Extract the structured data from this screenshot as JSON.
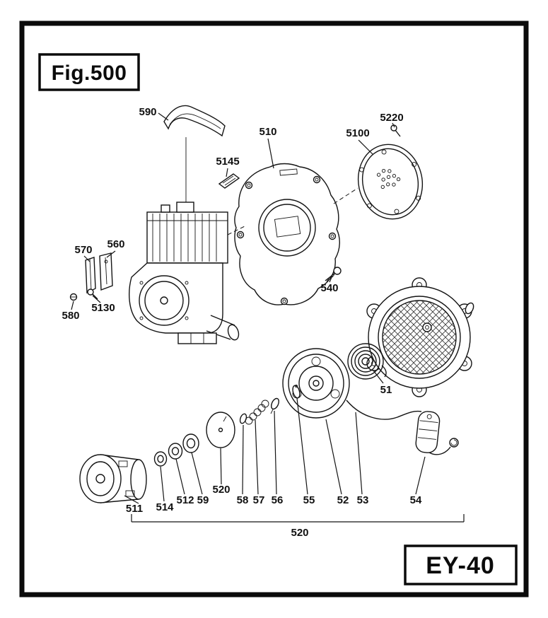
{
  "figure": {
    "title": "Fig.500",
    "model": "EY-40"
  },
  "colors": {
    "ink": "#141414",
    "paper": "#ffffff"
  },
  "part_labels": {
    "p590": "590",
    "p510": "510",
    "p5145": "5145",
    "p5100": "5100",
    "p5220": "5220",
    "p570": "570",
    "p560": "560",
    "p5130": "5130",
    "p580": "580",
    "p540": "540",
    "p51": "51",
    "p511": "511",
    "p514": "514",
    "p512": "512",
    "p59": "59",
    "p520_disc": "520",
    "p58": "58",
    "p57": "57",
    "p56": "56",
    "p55": "55",
    "p52": "52",
    "p53": "53",
    "p54": "54",
    "p520_group": "520"
  }
}
